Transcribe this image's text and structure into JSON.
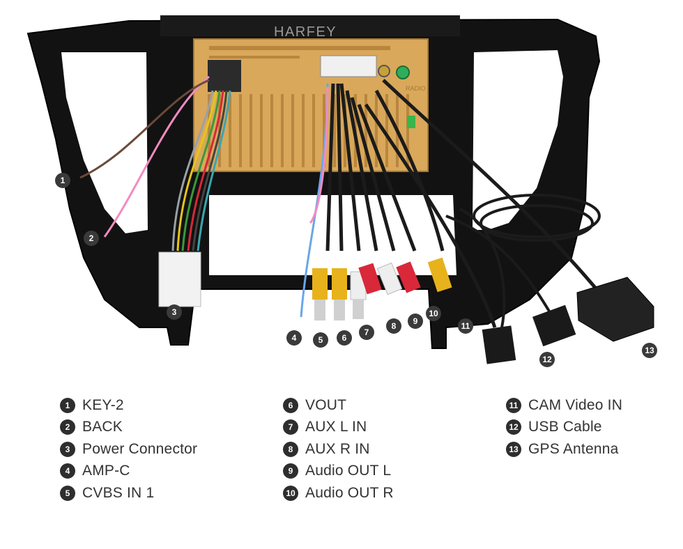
{
  "brand": "HARFEY",
  "board_labels": {
    "radio": "RADIO"
  },
  "items": [
    {
      "num": "1",
      "label": "KEY-2"
    },
    {
      "num": "2",
      "label": "BACK"
    },
    {
      "num": "3",
      "label": "Power Connector"
    },
    {
      "num": "4",
      "label": "AMP-C"
    },
    {
      "num": "5",
      "label": "CVBS IN 1"
    },
    {
      "num": "6",
      "label": "VOUT"
    },
    {
      "num": "7",
      "label": "AUX L IN"
    },
    {
      "num": "8",
      "label": "AUX R IN"
    },
    {
      "num": "9",
      "label": "Audio OUT L"
    },
    {
      "num": "10",
      "label": "Audio OUT R"
    },
    {
      "num": "11",
      "label": "CAM Video IN"
    },
    {
      "num": "12",
      "label": "USB Cable"
    },
    {
      "num": "13",
      "label": "GPS Antenna"
    }
  ],
  "colors": {
    "frame": "#111111",
    "board": "#d9a85a",
    "rca_yellow": "#e7b21c",
    "rca_red": "#d8283a",
    "rca_white": "#eeeeee",
    "wire_pink": "#f28bc0",
    "wire_brown": "#6b4a3a",
    "wire_blue": "#6aa6e8",
    "antenna": "#1e1e1e"
  }
}
